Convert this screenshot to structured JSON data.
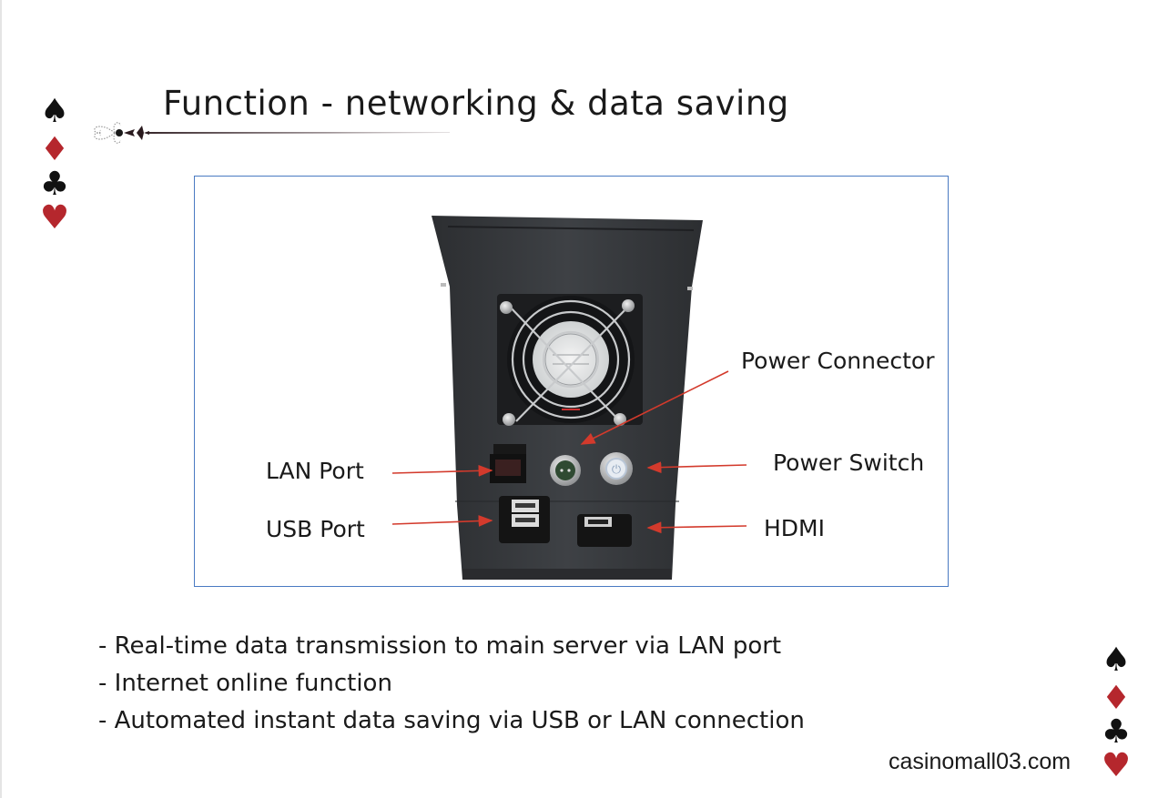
{
  "page": {
    "title": "Function - networking & data saving",
    "accent_red": "#b5272d",
    "frame_color": "#4a7ac2",
    "suits_left": [
      {
        "icon": "spade-icon",
        "glyph": "♠",
        "color": "black"
      },
      {
        "icon": "diamond-icon",
        "glyph": "♦",
        "color": "red"
      },
      {
        "icon": "club-icon",
        "glyph": "♣",
        "color": "black"
      },
      {
        "icon": "heart-icon",
        "glyph": "♥",
        "color": "red"
      }
    ],
    "suits_right": [
      {
        "icon": "spade-icon",
        "glyph": "♠",
        "color": "black"
      },
      {
        "icon": "diamond-icon",
        "glyph": "♦",
        "color": "red"
      },
      {
        "icon": "club-icon",
        "glyph": "♣",
        "color": "black"
      },
      {
        "icon": "heart-icon",
        "glyph": "♥",
        "color": "red"
      }
    ]
  },
  "diagram": {
    "labels": {
      "power_connector": "Power Connector",
      "lan_port": "LAN Port",
      "power_switch": "Power Switch",
      "usb_port": "USB Port",
      "hdmi": "HDMI"
    },
    "power_symbol": "⏻"
  },
  "features": [
    "- Real-time data transmission to main server via LAN port",
    "- Internet online function",
    "- Automated instant data saving via USB or LAN connection"
  ],
  "footer": {
    "website": "casinomall03.com"
  }
}
